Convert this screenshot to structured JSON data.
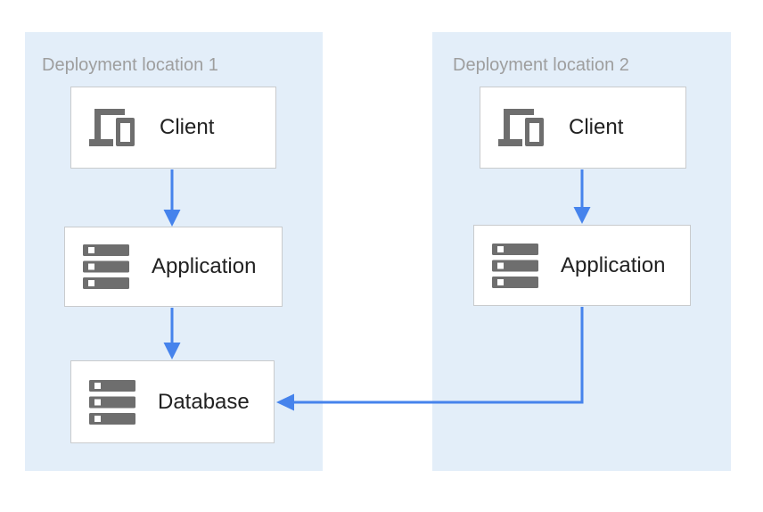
{
  "diagram": {
    "panels": [
      {
        "title": "Deployment location 1",
        "nodes": [
          {
            "label": "Client",
            "icon": "devices-icon"
          },
          {
            "label": "Application",
            "icon": "server-stack-icon"
          },
          {
            "label": "Database",
            "icon": "server-stack-icon"
          }
        ]
      },
      {
        "title": "Deployment location 2",
        "nodes": [
          {
            "label": "Client",
            "icon": "devices-icon"
          },
          {
            "label": "Application",
            "icon": "server-stack-icon"
          }
        ]
      }
    ],
    "connections": [
      {
        "from": "client-1",
        "to": "application-1",
        "style": "straight-down-arrow"
      },
      {
        "from": "application-1",
        "to": "database-1",
        "style": "straight-down-arrow"
      },
      {
        "from": "client-2",
        "to": "application-2",
        "style": "straight-down-arrow"
      },
      {
        "from": "application-2",
        "to": "database-1",
        "style": "elbow-left-arrow"
      }
    ],
    "colors": {
      "panel_background": "#e3eef9",
      "panel_title": "#9e9e9e",
      "node_background": "#ffffff",
      "node_border": "#c9cbcd",
      "node_label": "#212121",
      "icon_gray": "#6e6e6e",
      "arrow_blue": "#4683ec"
    }
  }
}
